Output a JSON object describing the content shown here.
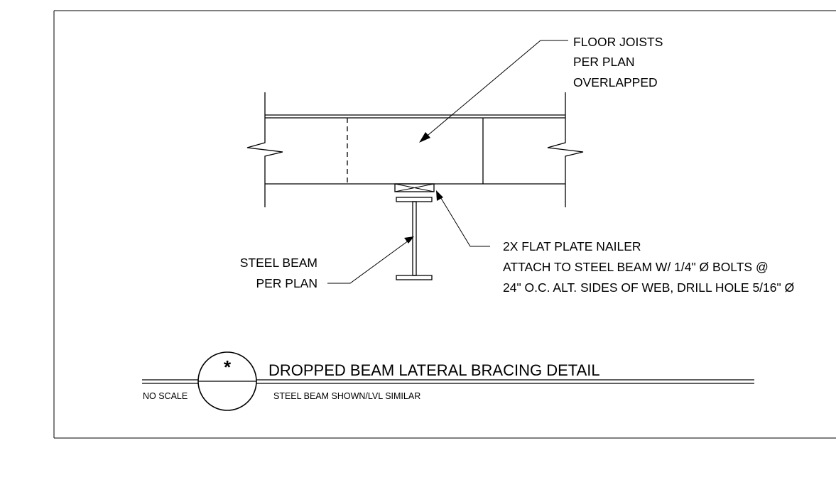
{
  "detail": {
    "title": "DROPPED BEAM LATERAL BRACING DETAIL",
    "subtitle": "STEEL BEAM SHOWN/LVL SIMILAR",
    "scale": "NO SCALE",
    "marker": "*"
  },
  "callouts": {
    "floor_joists": [
      "FLOOR JOISTS",
      "PER PLAN",
      "OVERLAPPED"
    ],
    "steel_beam": [
      "STEEL BEAM",
      "PER PLAN"
    ],
    "nailer": [
      "2X FLAT PLATE NAILER",
      "ATTACH TO STEEL BEAM W/ 1/4\" Ø BOLTS @",
      "24\" O.C. ALT. SIDES OF WEB, DRILL HOLE 5/16\" Ø"
    ]
  }
}
